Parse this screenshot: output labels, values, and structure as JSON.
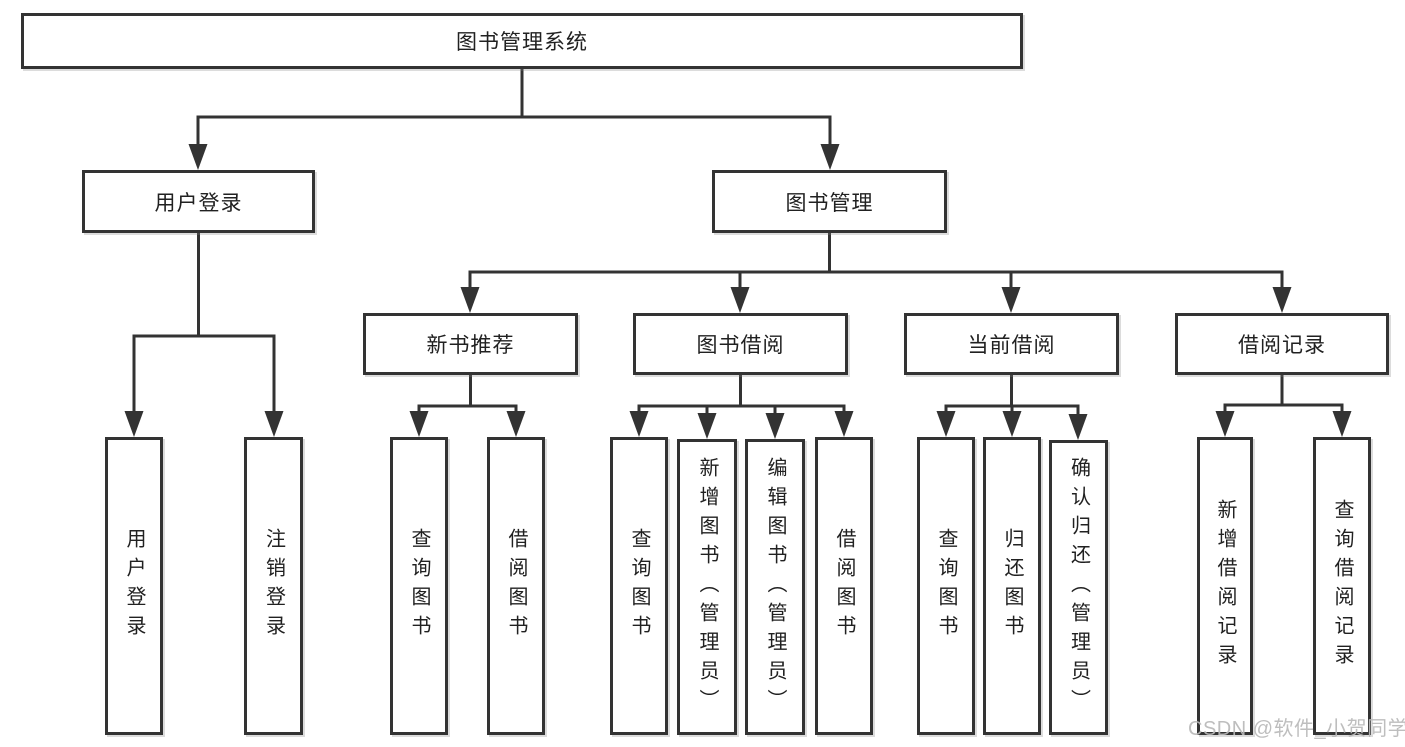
{
  "diagram_title": "图书管理系统",
  "nodes": {
    "root": {
      "label": "图书管理系统"
    },
    "user_login": {
      "label": "用户登录"
    },
    "book_mgmt": {
      "label": "图书管理"
    },
    "login_user": {
      "label": "用户登录"
    },
    "login_logout": {
      "label": "注销登录"
    },
    "new_books": {
      "label": "新书推荐"
    },
    "book_borrow": {
      "label": "图书借阅"
    },
    "current_borrow": {
      "label": "当前借阅"
    },
    "borrow_records": {
      "label": "借阅记录"
    },
    "nb_query": {
      "label": "查询图书"
    },
    "nb_borrow": {
      "label": "借阅图书"
    },
    "bb_query": {
      "label": "查询图书"
    },
    "bb_add": {
      "label": "新增图书（管理员）"
    },
    "bb_edit": {
      "label": "编辑图书（管理员）"
    },
    "bb_borrow": {
      "label": "借阅图书"
    },
    "cb_query": {
      "label": "查询图书"
    },
    "cb_return": {
      "label": "归还图书"
    },
    "cb_confirm": {
      "label": "确认归还（管理员）"
    },
    "br_add": {
      "label": "新增借阅记录"
    },
    "br_query": {
      "label": "查询借阅记录"
    }
  },
  "watermark": {
    "text": "CSDN @软件_小贺同学"
  },
  "colors": {
    "line": "#333333",
    "text": "#212121",
    "background": "#ffffff",
    "watermark": "#b9b9b9"
  }
}
